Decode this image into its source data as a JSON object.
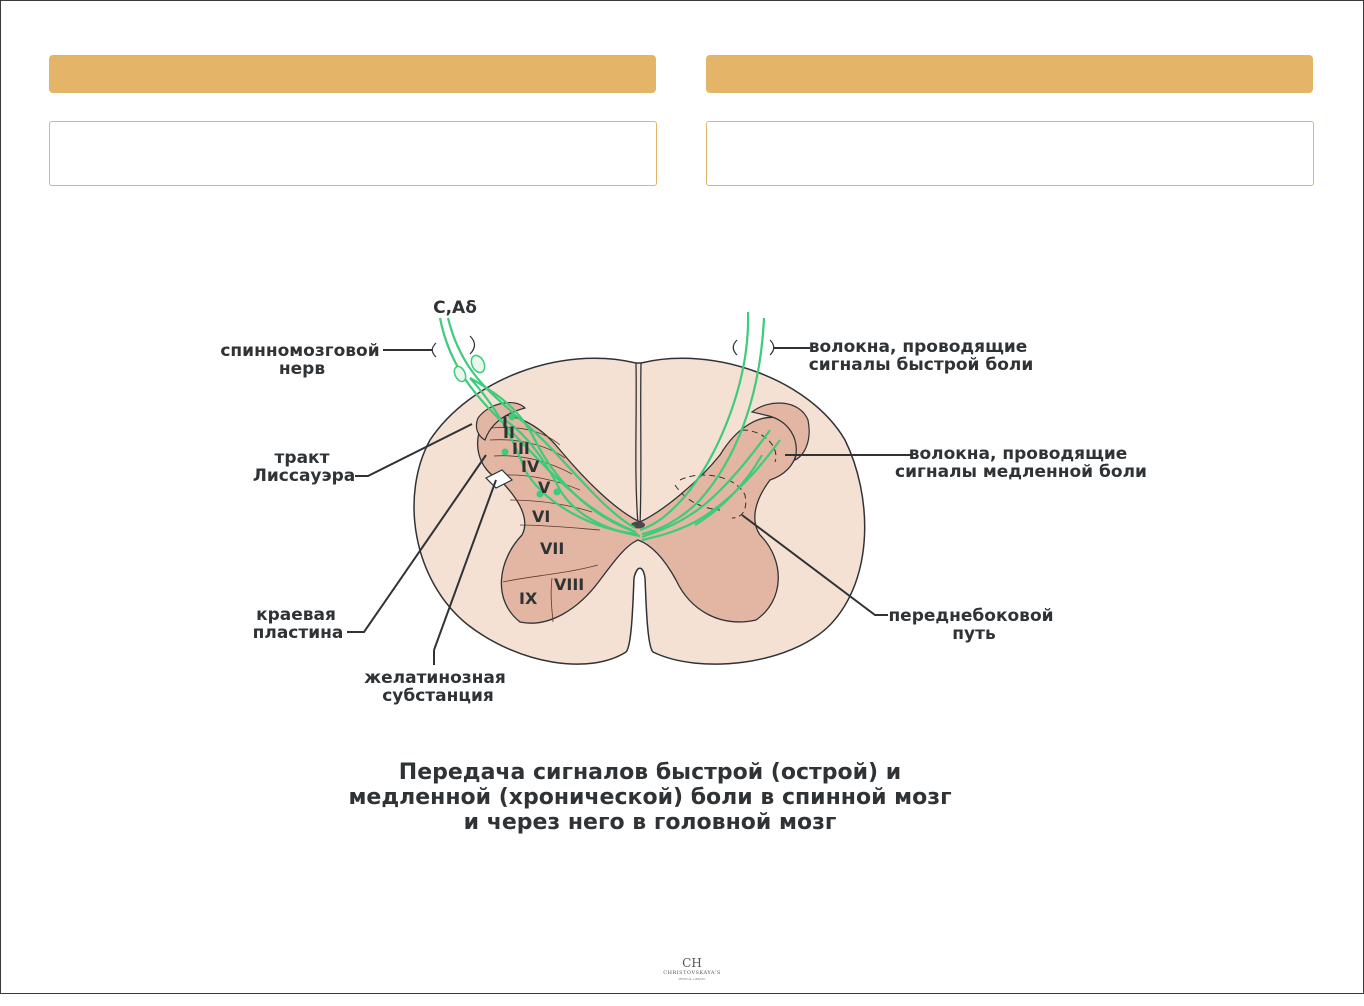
{
  "diagram": {
    "labels": {
      "fibers_top": "C,Aδ",
      "spinal_nerve_1": "спинномозговой",
      "spinal_nerve_2": "нерв",
      "lissauer_1": "тракт",
      "lissauer_2": "Лиссауэра",
      "marginal_1": "краевая",
      "marginal_2": "пластина",
      "gelatinosa_1": "желатинозная",
      "gelatinosa_2": "субстанция",
      "fast_pain_1": "волокна, проводящие",
      "fast_pain_2": "сигналы быстрой боли",
      "slow_pain_1": "волокна, проводящие",
      "slow_pain_2": "сигналы медленной боли",
      "anterolateral_1": "переднебоковой",
      "anterolateral_2": "путь"
    },
    "laminae": [
      "I",
      "II",
      "III",
      "IV",
      "V",
      "VI",
      "VII",
      "VIII",
      "IX"
    ]
  },
  "caption": {
    "line1": "Передача сигналов быстрой (острой) и",
    "line2": "медленной (хронической) боли в спинной мозг",
    "line3": "и через него в головной мозг"
  },
  "logo": {
    "mark": "CH",
    "name": "CHRISTOVSKAYA'S",
    "sub": "MEDICAL LIBRARY"
  },
  "colors": {
    "header_bar": "#e4b468",
    "white_matter": "#f4e1d3",
    "gray_matter": "#e2b6a2",
    "nerve_fibers": "#3ecb7a",
    "text": "#2f3336"
  }
}
